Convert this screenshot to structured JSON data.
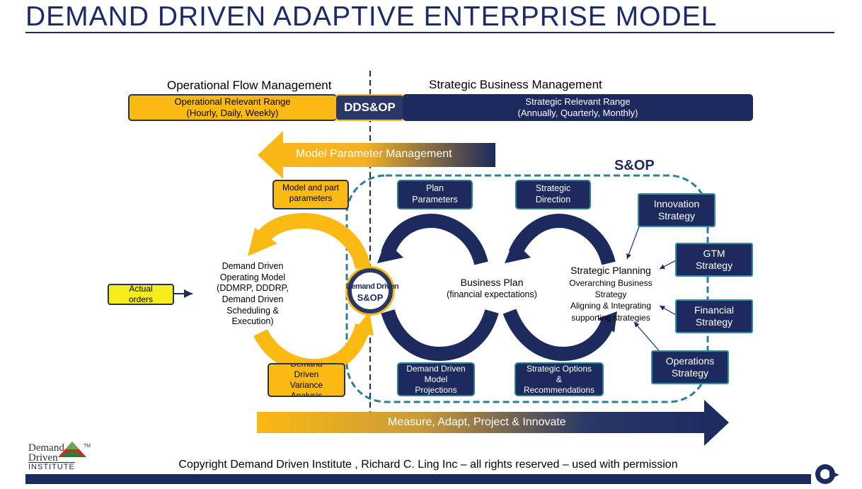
{
  "title": "DEMAND DRIVEN ADAPTIVE ENTERPRISE MODEL",
  "headers": {
    "operational": "Operational Flow Management",
    "strategic": "Strategic Business Management"
  },
  "ranges": {
    "operational": {
      "line1": "Operational Relevant Range",
      "line2": "(Hourly, Daily, Weekly)"
    },
    "ddsop": "DDS&OP",
    "strategic": {
      "line1": "Strategic Relevant Range",
      "line2": "(Annually, Quarterly, Monthly)"
    }
  },
  "arrows": {
    "model_parameter": "Model Parameter Management",
    "measure": "Measure, Adapt, Project & Innovate"
  },
  "sop_label": "S&OP",
  "left": {
    "model_part": "Model and part parameters",
    "operating_model": [
      "Demand Driven",
      "Operating Model",
      "(DDMRP, DDDRP,",
      "Demand Driven",
      "Scheduling &",
      "Execution)"
    ],
    "variance": "Demand Driven Variance Analysis",
    "actual_orders": "Actual orders",
    "badge": {
      "line1": "Demand Driven",
      "line2": "S&OP"
    }
  },
  "center": {
    "plan_parameters": "Plan Parameters",
    "strategic_direction": "Strategic Direction",
    "dd_model_projections": "Demand Driven Model Projections",
    "strategic_options": "Strategic Options & Recommendations",
    "business_plan": {
      "line1": "Business Plan",
      "line2": "(financial expectations)"
    },
    "strategic_planning": {
      "title": "Strategic Planning",
      "lines": [
        "Overarching Business",
        "Strategy",
        "Aligning & Integrating",
        "supporting strategies"
      ]
    }
  },
  "strategies": {
    "innovation": "Innovation Strategy",
    "gtm": "GTM Strategy",
    "financial": "Financial Strategy",
    "operations": "Operations Strategy"
  },
  "logo": {
    "line1": "Demand",
    "line2": "Driven",
    "line3": "INSTITUTE",
    "tm": "TM"
  },
  "copyright": "Copyright Demand Driven Institute , Richard C. Ling Inc – all rights reserved – used with permission",
  "colors": {
    "navy": "#1c2a5e",
    "gold": "#fbb914",
    "teal": "#2d7f94"
  }
}
